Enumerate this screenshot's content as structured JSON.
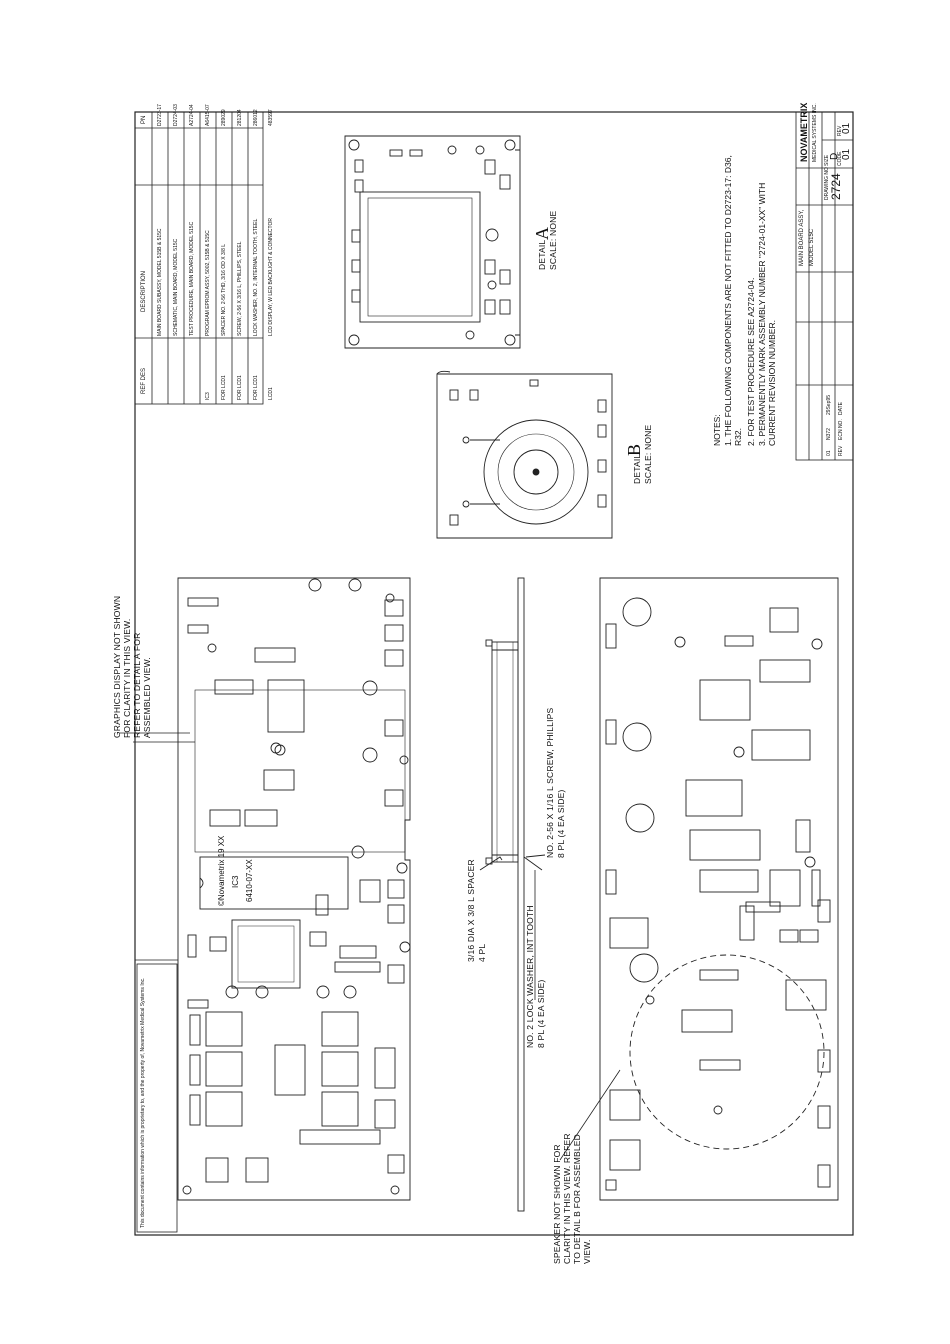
{
  "parts_table": {
    "headers": {
      "pn": "PN",
      "description": "DESCRIPTION",
      "ref_des": "REF DES"
    },
    "rows": [
      {
        "pn": "D2723-17",
        "description": "MAIN BOARD SUBASSY, MODEL 515B & 515C",
        "ref": ""
      },
      {
        "pn": "D2724-03",
        "description": "SCHEMATIC, MAIN BOARD, MODEL 515C",
        "ref": ""
      },
      {
        "pn": "A2724-04",
        "description": "TEST PROCEDURE, MAIN BOARD, MODEL 515C",
        "ref": ""
      },
      {
        "pn": "A6415-07",
        "description": "PROGRAM EPROM ASSY, 5002, 515B & 515C",
        "ref": "IC3"
      },
      {
        "pn": "289029",
        "description": "SPACER NO. 2-56 THD, 3/16 OD X 3/8 L",
        "ref": "FOR LCD1"
      },
      {
        "pn": "281204",
        "description": "SCREW, 2-56 X 3/16 L, PHILLIPS, STEEL",
        "ref": "FOR LCD1"
      },
      {
        "pn": "286012",
        "description": "LOCK WASHER, NO. 2, INTERNAL TOOTH, STEEL",
        "ref": "FOR LCD1"
      },
      {
        "pn": "483597",
        "description": "LCD DISPLAY, W LED BACKLIGHT & CONNECTOR",
        "ref": "LCD1"
      }
    ]
  },
  "callouts": {
    "graphics": [
      "GRAPHICS DISPLAY NOT SHOWN",
      "FOR CLARITY IN THIS VIEW.",
      "REFER TO DETAIL A FOR",
      "ASSEMBLED VIEW."
    ],
    "spacer": [
      "3/16 DIA X 3/8 L SPACER",
      "4 PL"
    ],
    "lockwasher": [
      "NO. 2 LOCK WASHER, INT TOOTH",
      "8 PL (4 EA SIDE)"
    ],
    "screw": [
      "NO. 2-56 X 1/16 L SCREW, PHILLIPS",
      "8 PL (4 EA SIDE)"
    ],
    "speaker": [
      "SPEAKER NOT SHOWN FOR",
      "CLARITY IN THIS VIEW. REFER",
      "TO DETAIL B FOR ASSEMBLED",
      "VIEW."
    ]
  },
  "details": {
    "a": {
      "letter": "A",
      "title": "DETAIL",
      "scale": "SCALE: NONE"
    },
    "b": {
      "letter": "B",
      "title": "DETAIL",
      "scale": "SCALE: NONE"
    }
  },
  "eprom": {
    "brand": "©Novametrix 19 XX",
    "ref": "IC3",
    "part": "6410-07-XX"
  },
  "notes": {
    "heading": "NOTES:",
    "items": [
      "1. THE FOLLOWING COMPONENTS ARE NOT FITTED TO D2723-17: D36,",
      "    R32.",
      "2. FOR TEST PROCEDURE SEE A2724-04.",
      "3. PERMANENTLY MARK ASSEMBLY NUMBER \"2724-01-XX\" WITH",
      "    CURRENT REVISION NUMBER."
    ]
  },
  "title_block": {
    "company": "NOVAMETRIX",
    "company_sub": "MEDICAL SYSTEMS INC.",
    "title_line1": "MAIN BOARD ASSY,",
    "title_line2": "MODEL 515C",
    "size": "D",
    "drawing_no": "2724",
    "code": "01",
    "rev": "01",
    "size_label": "SIZE",
    "dwg_label": "DRAWING NO",
    "code_label": "CODE",
    "rev_label": "REV",
    "revision_row": {
      "rev": "01",
      "ecn": "N372",
      "date": "29Sep95"
    },
    "rev_headers": {
      "rev": "REV",
      "ecn": "ECN NO.",
      "date": "DATE"
    }
  },
  "proprietary": "This document contains information which is proprietary to, and the property of, Novametrix Medical Systems Inc."
}
